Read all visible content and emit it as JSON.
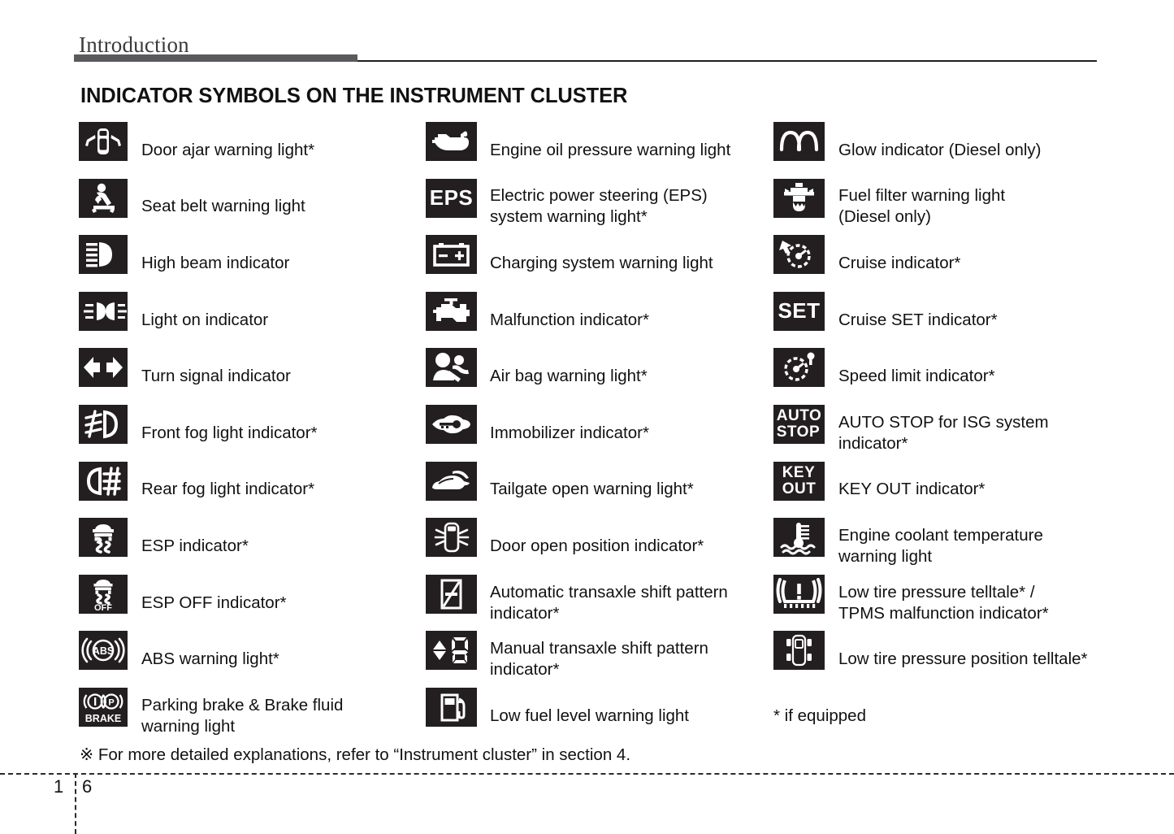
{
  "header": {
    "chapter_title": "Introduction",
    "section_title": "INDICATOR SYMBOLS ON THE INSTRUMENT CLUSTER"
  },
  "columns": [
    {
      "id": "column-1",
      "items": [
        {
          "icon": "door-ajar-icon",
          "label": "Door ajar warning light*"
        },
        {
          "icon": "seat-belt-icon",
          "label": "Seat belt warning light"
        },
        {
          "icon": "high-beam-icon",
          "label": "High beam indicator"
        },
        {
          "icon": "light-on-icon",
          "label": "Light on indicator"
        },
        {
          "icon": "turn-signal-icon",
          "label": "Turn signal indicator"
        },
        {
          "icon": "front-fog-light-icon",
          "label": "Front fog light indicator*"
        },
        {
          "icon": "rear-fog-light-icon",
          "label": "Rear fog light indicator*"
        },
        {
          "icon": "esp-icon",
          "label": "ESP indicator*"
        },
        {
          "icon": "esp-off-icon",
          "label": " ESP OFF indicator*"
        },
        {
          "icon": "abs-icon",
          "label": "ABS warning light*"
        },
        {
          "icon": "parking-brake-icon",
          "label": "Parking brake & Brake fluid\nwarning light"
        }
      ]
    },
    {
      "id": "column-2",
      "items": [
        {
          "icon": "engine-oil-pressure-icon",
          "label": "Engine oil pressure warning light"
        },
        {
          "icon": "eps-icon",
          "label": "Electric power steering (EPS)\nsystem warning light*",
          "text": "EPS"
        },
        {
          "icon": "battery-charging-icon",
          "label": "Charging system warning light"
        },
        {
          "icon": "malfunction-engine-icon",
          "label": "Malfunction indicator*"
        },
        {
          "icon": "air-bag-icon",
          "label": "Air bag warning light*"
        },
        {
          "icon": "immobilizer-icon",
          "label": "Immobilizer indicator*"
        },
        {
          "icon": "tailgate-open-icon",
          "label": "Tailgate open warning light*"
        },
        {
          "icon": "door-open-position-icon",
          "label": "Door open position indicator*"
        },
        {
          "icon": "automatic-transaxle-icon",
          "label": "Automatic transaxle shift pattern\nindicator*"
        },
        {
          "icon": "manual-transaxle-icon",
          "label": "Manual transaxle shift pattern\nindicator*"
        },
        {
          "icon": "low-fuel-icon",
          "label": "Low fuel level warning light"
        }
      ]
    },
    {
      "id": "column-3",
      "items": [
        {
          "icon": "glow-plug-icon",
          "label": "Glow indicator (Diesel only)"
        },
        {
          "icon": "fuel-filter-icon",
          "label": "Fuel filter warning light\n(Diesel only)"
        },
        {
          "icon": "cruise-icon",
          "label": "Cruise indicator*"
        },
        {
          "icon": "cruise-set-icon",
          "label": "Cruise SET indicator*",
          "text": "SET"
        },
        {
          "icon": "speed-limit-icon",
          "label": "Speed limit indicator*"
        },
        {
          "icon": "auto-stop-icon",
          "label": "AUTO STOP for ISG system\nindicator*",
          "text": "AUTO\nSTOP"
        },
        {
          "icon": "key-out-icon",
          "label": "KEY OUT indicator*",
          "text": "KEY\nOUT"
        },
        {
          "icon": "engine-coolant-temp-icon",
          "label": "Engine coolant temperature\nwarning light"
        },
        {
          "icon": "low-tire-pressure-icon",
          "label": "Low tire pressure telltale* /\nTPMS malfunction indicator*"
        },
        {
          "icon": "tire-position-icon",
          "label": "Low tire pressure position telltale*"
        }
      ]
    }
  ],
  "legend": {
    "if_equipped": "* if equipped"
  },
  "footnote": "※ For more detailed explanations, refer to “Instrument cluster” in section 4.",
  "footer": {
    "chapter_number": "1",
    "page_number": "6"
  },
  "colors": {
    "icon_background": "#231f20",
    "header_bar": "#5a5a5e",
    "text": "#111111"
  }
}
